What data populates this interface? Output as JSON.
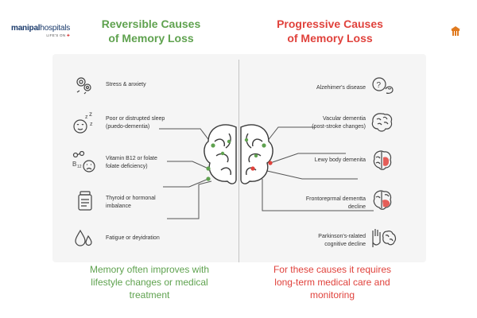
{
  "logo": {
    "name_bold": "manipal",
    "name_light": "hospitals",
    "tagline": "LIFE'S ON"
  },
  "headings": {
    "left": [
      "Reversible Causes",
      "of Memory Loss"
    ],
    "right": [
      "Progressive Causes",
      "of Memory Loss"
    ]
  },
  "left_items": [
    {
      "lines": [
        "Stress & anxiety"
      ],
      "icon": "gears-head-icon"
    },
    {
      "lines": [
        "Poor or distrupted sleep",
        "(puedo-dementia)"
      ],
      "icon": "sleepy-face-icon"
    },
    {
      "lines": [
        "Vitamin B12 or folate",
        "folate deficiency)"
      ],
      "icon": "vitamin-b12-icon"
    },
    {
      "lines": [
        "Thyroid or hormonal",
        "imbalance"
      ],
      "icon": "pill-bottle-icon"
    },
    {
      "lines": [
        "Fatigue or deyidration"
      ],
      "icon": "water-drops-icon"
    }
  ],
  "right_items": [
    {
      "lines": [
        "Alzehimer's disease"
      ],
      "icon": "head-question-icon"
    },
    {
      "lines": [
        "Vacular dementia",
        "(post-stroke changes)"
      ],
      "icon": "brain-icon"
    },
    {
      "lines": [
        "Lewy body demenita"
      ],
      "icon": "brain-red-spot-icon"
    },
    {
      "lines": [
        "Frontoreprmal dementta",
        "decline"
      ],
      "icon": "brain-red-front-icon"
    },
    {
      "lines": [
        "Parkinson's-ralated",
        "cognitive decline"
      ],
      "icon": "hand-brain-icon"
    }
  ],
  "footers": {
    "left": [
      "Memory often improves with",
      "lifestyle changes or medical",
      "treatment"
    ],
    "right": [
      "For these causes it requires",
      "long-term medical care and",
      "monitoring"
    ]
  },
  "colors": {
    "green": "#5fa24f",
    "red": "#e0423c",
    "brand_blue": "#1a3a6b",
    "brand_orange": "#e07a1f"
  }
}
